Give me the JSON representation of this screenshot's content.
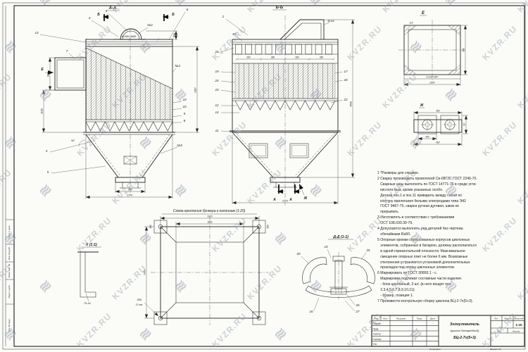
{
  "watermark": {
    "text": "KVZR.RU",
    "icon": "≋"
  },
  "views": {
    "aa": {
      "label": "А-А",
      "marks": {
        "e": "Е",
        "b1": "Б",
        "b2": "Б"
      },
      "callouts": {
        "c13": "13",
        "c3": "3",
        "c1": "1",
        "c6": "6",
        "c7": "7",
        "c4": "4",
        "c5": "5",
        "c8": "8",
        "c9": "9",
        "c10a": "10",
        "c10b": "10",
        "n2": "№2",
        "n3": "№3",
        "n5": "№5"
      },
      "dims": {
        "plate": "6×280=1680",
        "d534": "534",
        "d800": "800",
        "d1160": "1160",
        "d1387": "1387",
        "a50": "50°",
        "d500": "500",
        "d2170": "2170"
      }
    },
    "bb": {
      "label": "Б-Б",
      "duct_flag": "4б-6А",
      "k3": "К3",
      "callouts": {
        "c2": "2",
        "c21": "21",
        "c19": "19",
        "c24": "24",
        "c23": "23",
        "c12": "12",
        "c14": "14",
        "c11": "11",
        "c17": "17",
        "c18": "18",
        "c22": "22"
      },
      "dims": {
        "d280_1": "280",
        "d280_2": "280",
        "d280_3": "280",
        "d280_4": "280",
        "d4500": "4500",
        "d2170": "2170"
      },
      "marks": {
        "a1": "А",
        "a2": "А",
        "zh": "Ж"
      }
    },
    "e": {
      "label": "Е",
      "dims": {
        "d110": "110",
        "d360": "360",
        "d220": "2×110=220*",
        "d1160": "1160*"
      }
    },
    "zh": {
      "label": "Ж",
      "dims": {
        "d360": "360",
        "d400": "400",
        "d760": "760*",
        "d90": "90"
      }
    },
    "k": {
      "label": "К (1:1)",
      "weld": "П1-Δ3"
    },
    "dd": {
      "label": "Д-Д (1:1)",
      "callouts": {
        "c20": "20",
        "c15": "15",
        "c25": "25",
        "c16": "16",
        "c26": "26",
        "c27": "27"
      }
    },
    "scheme": {
      "title": "Схема крепления бункера к колоннам (1:20)",
      "dims": {
        "d2370": "2370",
        "d1830": "1830",
        "d2450": "2450",
        "d180a": "180",
        "d180b": "180",
        "hole_d": "Ø25",
        "hole_n": "12 отв."
      }
    }
  },
  "notes": {
    "lines": [
      "1 *Размеры для справок.",
      "2 Сварку производить проволокой Св-08Г2С ГОСТ 2246-70.",
      "   Сварные швы выполнять по ГОСТ 14771-76 в среде угле-",
      "   кислого газа, кроме указанных особо.",
      "   Детали поз.1 и поз.11 приварить между собой по",
      "   контуру прилегания белыми электродами типа Э42",
      "   ГОСТ 9467-75, сварка ручная дуговая, швов не",
      "   прерывать.",
      "3 Изготовлять в соответствии с требованиями",
      "   ОСТ 108.030.30-79.",
      "4 Допускается выполнять ряд деталей без чертежа",
      "   обечайками Ra50.",
      "5 Опорные кромки спрессованных корпусов циклонных",
      "   элементов, собранных в батарею, должны располагаться",
      "   в одной горизонтальной плоскости. Максимальное",
      "   смещение опорных плит не более 6 мм. Возможные",
      "   отклонения устраняются установкой дополнительных",
      "   прокладок под опоры циклонных элементов.",
      "6 Маркировать по ГОСТ 30893.1 - с.",
      "   Маркировке подлежат составные части изделия:",
      "   - блок циклонный, 3 шт. (в него входят поз.",
      "   2,3,4,5,6,7,8,9,10,11);",
      "   - бункер, позиция 1.",
      "7 Произвести контрольную сборку циклона БЦ-2-7х(5+3)."
    ]
  },
  "titleblock": {
    "cols": [
      "Изм.",
      "Лист",
      "№ докум.",
      "Подп.",
      "Дата"
    ],
    "rows": [
      "Разраб.",
      "Пров.",
      "Т.контр.",
      "Н.контр.",
      "Утв."
    ],
    "title_line1": "Золоуловитель",
    "title_line2": "(циклон батарейный)",
    "title_line3": "БЦ-2-7х(5+3)",
    "lit": "Лит.",
    "mass": "Масса",
    "scale_label": "Масштаб",
    "scale": "1:15",
    "sheet": "Лист",
    "sheets": "Листов"
  },
  "margin": {
    "labels": [
      "Подп. и дата",
      "Инв. № дубл.",
      "Взам. инв. №",
      "Подп. и дата",
      "Инв. № подл."
    ]
  },
  "footer": {
    "copied": "Копировал",
    "format": "Формат А1"
  }
}
